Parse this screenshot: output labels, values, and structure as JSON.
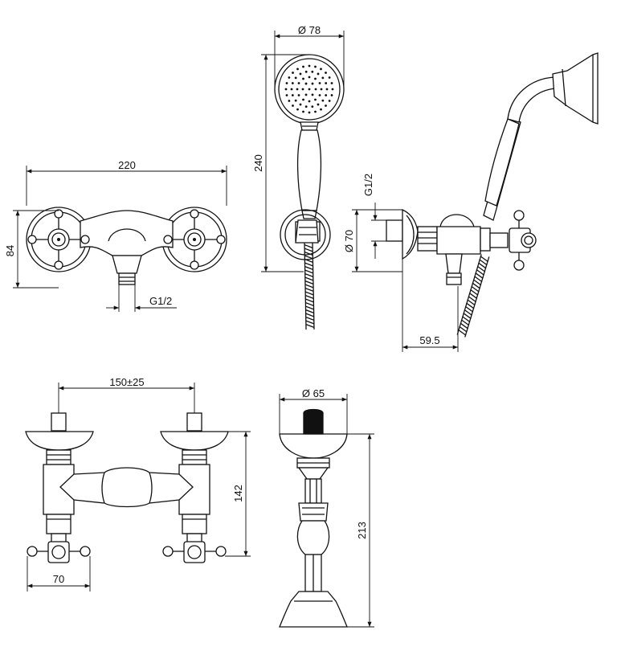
{
  "dimensions": {
    "front_width": "220",
    "front_height": "84",
    "front_outlet": "G1/2",
    "head_diameter": "Ø 78",
    "handshower_length": "240",
    "side_inlet": "G1/2",
    "side_flange": "Ø 70",
    "side_projection": "59.5",
    "center_distance": "150±25",
    "body_height": "142",
    "handle_width": "70",
    "holder_diameter": "Ø 65",
    "holder_height": "213"
  }
}
